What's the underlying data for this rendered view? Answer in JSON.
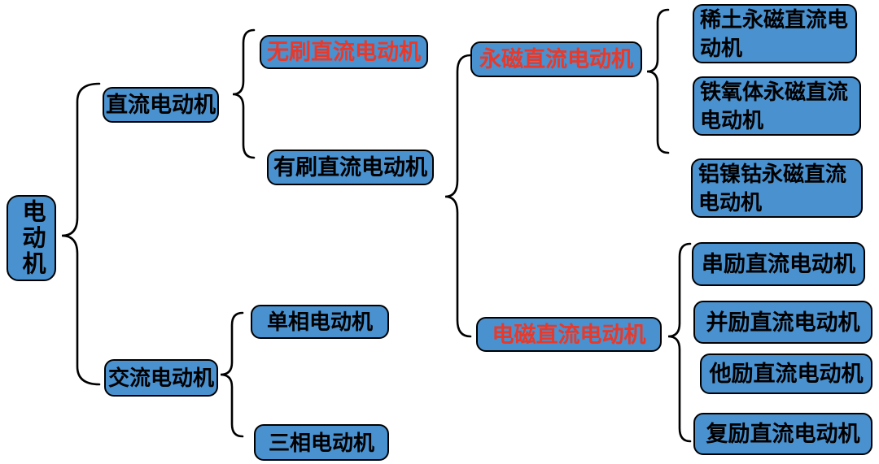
{
  "colors": {
    "node_fill": "#4a91cf",
    "node_border": "#000000",
    "text_black": "#000000",
    "text_red": "#e8392a",
    "background": "#ffffff"
  },
  "nodes": {
    "root": {
      "label": "电动机"
    },
    "dc": {
      "label": "直流电动机"
    },
    "brushless": {
      "label": "无刷直流电动机"
    },
    "brushed": {
      "label": "有刷直流电动机"
    },
    "pm": {
      "label": "永磁直流电动机"
    },
    "em": {
      "label": "电磁直流电动机"
    },
    "rare_earth": {
      "label": "稀土永磁直流电动机"
    },
    "ferrite": {
      "label": "铁氧体永磁直流电动机"
    },
    "alnico": {
      "label": "铝镍钴永磁直流电动机"
    },
    "series_wound": {
      "label": "串励直流电动机"
    },
    "shunt_wound": {
      "label": "并励直流电动机"
    },
    "separately_excited": {
      "label": "他励直流电动机"
    },
    "compound_wound": {
      "label": "复励直流电动机"
    },
    "ac": {
      "label": "交流电动机"
    },
    "single_phase": {
      "label": "单相电动机"
    },
    "three_phase": {
      "label": "三相电动机"
    }
  },
  "hierarchy": {
    "电动机": {
      "直流电动机": {
        "无刷直流电动机": {},
        "有刷直流电动机": {
          "永磁直流电动机": [
            "稀土永磁直流电动机",
            "铁氧体永磁直流电动机",
            "铝镍钴永磁直流电动机"
          ],
          "电磁直流电动机": [
            "串励直流电动机",
            "并励直流电动机",
            "他励直流电动机",
            "复励直流电动机"
          ]
        }
      },
      "交流电动机": {
        "单相电动机": {},
        "三相电动机": {}
      }
    }
  }
}
